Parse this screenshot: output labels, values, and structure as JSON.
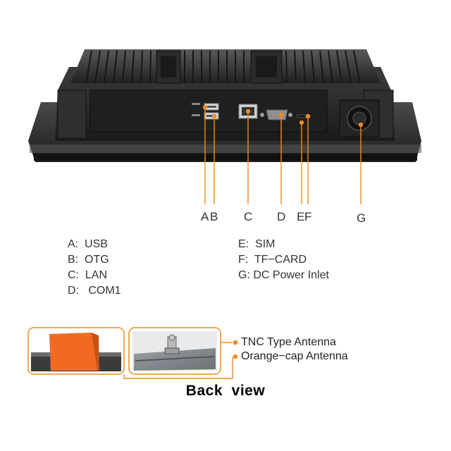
{
  "callouts": {
    "A": "A",
    "B": "B",
    "C": "C",
    "D": "D",
    "E": "E",
    "F": "F",
    "G": "G"
  },
  "legend_left": [
    {
      "letter": "A:",
      "text": "USB"
    },
    {
      "letter": "B:",
      "text": "OTG"
    },
    {
      "letter": "C:",
      "text": "LAN"
    },
    {
      "letter": "D:",
      "text": "COM1"
    }
  ],
  "legend_right": [
    {
      "letter": "E:",
      "text": "SIM"
    },
    {
      "letter": "F:",
      "text": "TF−CARD"
    },
    {
      "letter": "G:",
      "text": "DC Power Inlet"
    }
  ],
  "antenna": {
    "tnc_label": "TNC Type Antenna",
    "orange_label": "Orange−cap Antenna"
  },
  "caption": "Back  view",
  "colors": {
    "accent_orange": "#f08a24",
    "device_dark": "#2a2a2a",
    "bezel": "#3a3a3a",
    "cap_orange": "#f26a21"
  }
}
